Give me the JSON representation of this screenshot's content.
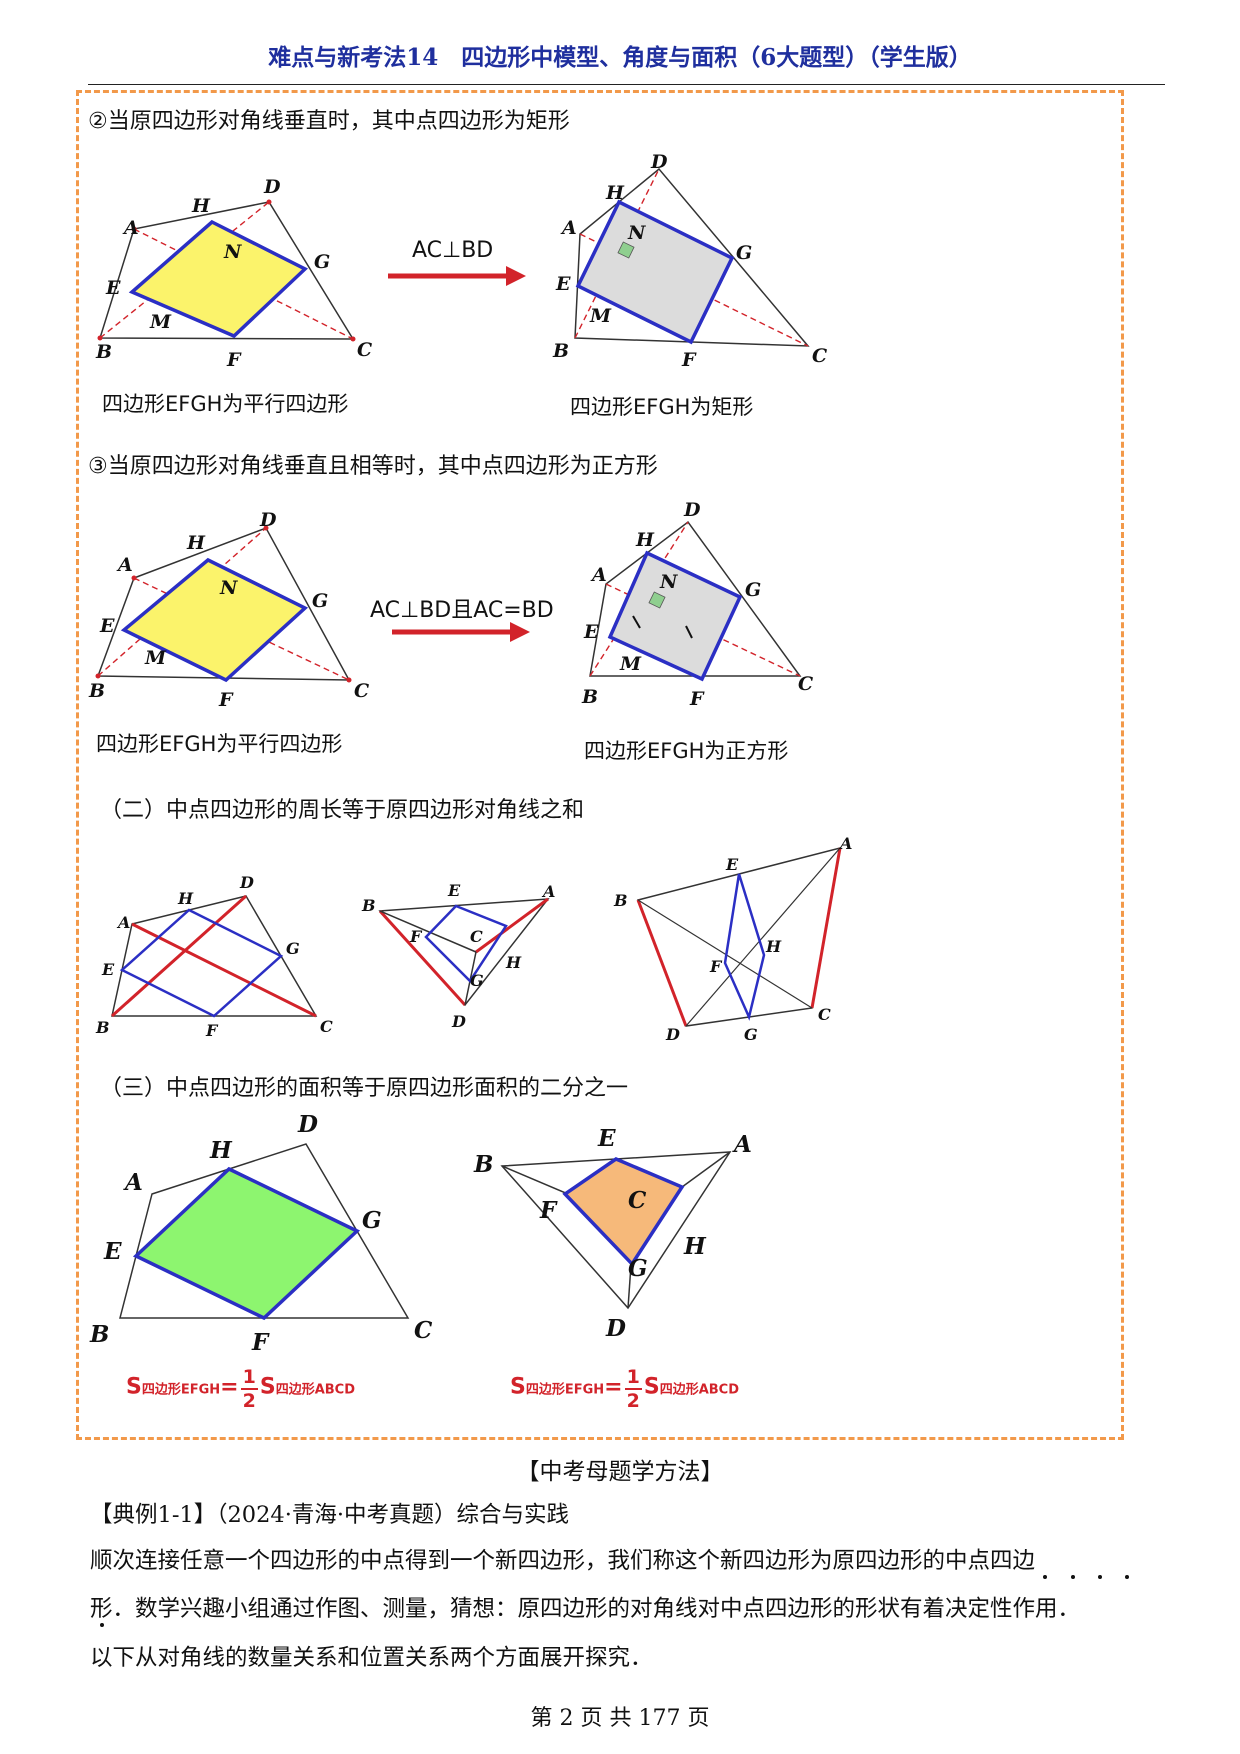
{
  "header": {
    "title": "难点与新考法14　四边形中模型、角度与面积（6大题型）（学生版）"
  },
  "section2": {
    "heading": "②当原四边形对角线垂直时，其中点四边形为矩形",
    "arrow": "AC⊥BD",
    "left_caption": "四边形EFGH为平行四边形",
    "right_caption": "四边形EFGH为矩形"
  },
  "section3": {
    "heading": "③当原四边形对角线垂直且相等时，其中点四边形为正方形",
    "arrow": "AC⊥BD且AC=BD",
    "left_caption": "四边形EFGH为平行四边形",
    "right_caption": "四边形EFGH为正方形"
  },
  "part2": {
    "heading": "（二）中点四边形的周长等于原四边形对角线之和"
  },
  "part3": {
    "heading": "（三）中点四边形的面积等于原四边形面积的二分之一",
    "formula": {
      "lhs_sub": "四边形EFGH",
      "rhs_sub": "四边形ABCD",
      "num": "1",
      "den": "2",
      "S": "S",
      "eq": "="
    }
  },
  "labels": {
    "A": "A",
    "B": "B",
    "C": "C",
    "D": "D",
    "E": "E",
    "F": "F",
    "G": "G",
    "H": "H",
    "M": "M",
    "N": "N"
  },
  "method_heading": "【中考母题学方法】",
  "example": {
    "title": "【典例1-1】（2024·青海·中考真题）综合与实践",
    "line1": "顺次连接任意一个四边形的中点得到一个新四边形，我们称这个新四边形为原四边形的中点四边",
    "line2": "形．数学兴趣小组通过作图、测量，猜想：原四边形的对角线对中点四边形的形状有着决定性作用．",
    "line3": "以下从对角线的数量关系和位置关系两个方面展开探究．"
  },
  "footer": {
    "text": "第 2 页 共 177 页"
  },
  "colors": {
    "title": "#1f2f9e",
    "blue": "#2b2fc4",
    "yellow": "#fbf36b",
    "gray": "#dcdcdc",
    "green": "#8df56f",
    "orange": "#f6b97a",
    "red": "#d2232a",
    "dash": "#f2994a"
  }
}
